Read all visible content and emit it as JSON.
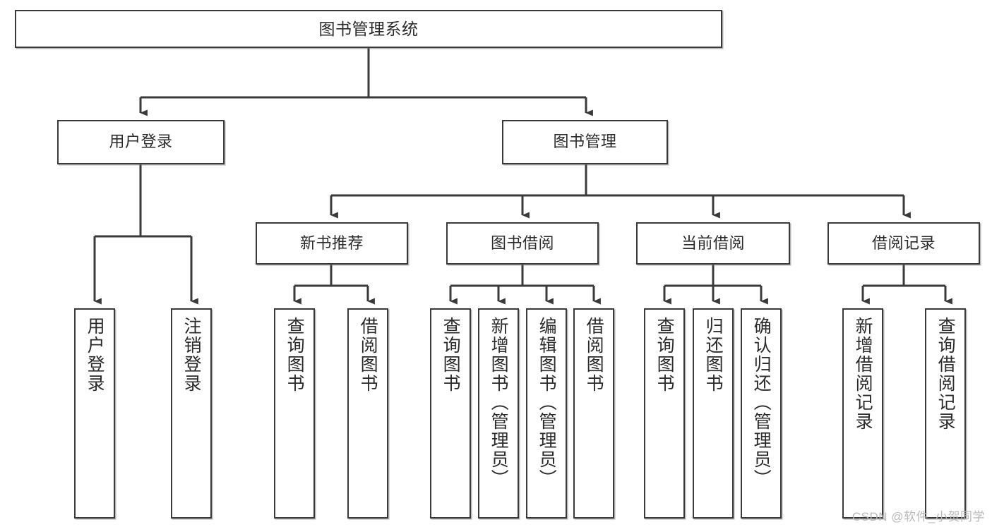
{
  "diagram": {
    "title": "图书管理系统",
    "watermark": "CSDN @软件_小贺同学",
    "line_color": "#3a3a3a",
    "box_fill": "#ffffff",
    "text_color": "#2b2b2b",
    "watermark_color": "#b9b9b9"
  },
  "level1": {
    "label": "图书管理系统"
  },
  "level2": [
    {
      "label": "用户登录"
    },
    {
      "label": "图书管理"
    }
  ],
  "level3": [
    {
      "label": "新书推荐"
    },
    {
      "label": "图书借阅"
    },
    {
      "label": "当前借阅"
    },
    {
      "label": "借阅记录"
    }
  ],
  "level4": [
    {
      "label": "用户登录",
      "parent": "用户登录"
    },
    {
      "label": "注销登录",
      "parent": "用户登录"
    },
    {
      "label": "查询图书",
      "parent": "新书推荐"
    },
    {
      "label": "借阅图书",
      "parent": "新书推荐"
    },
    {
      "label": "查询图书",
      "parent": "图书借阅"
    },
    {
      "label": "新增图书（管理员）",
      "parent": "图书借阅"
    },
    {
      "label": "编辑图书（管理员）",
      "parent": "图书借阅"
    },
    {
      "label": "借阅图书",
      "parent": "图书借阅"
    },
    {
      "label": "查询图书",
      "parent": "当前借阅"
    },
    {
      "label": "归还图书",
      "parent": "当前借阅"
    },
    {
      "label": "确认归还（管理员）",
      "parent": "当前借阅"
    },
    {
      "label": "新增借阅记录",
      "parent": "借阅记录"
    },
    {
      "label": "查询借阅记录",
      "parent": "借阅记录"
    }
  ]
}
